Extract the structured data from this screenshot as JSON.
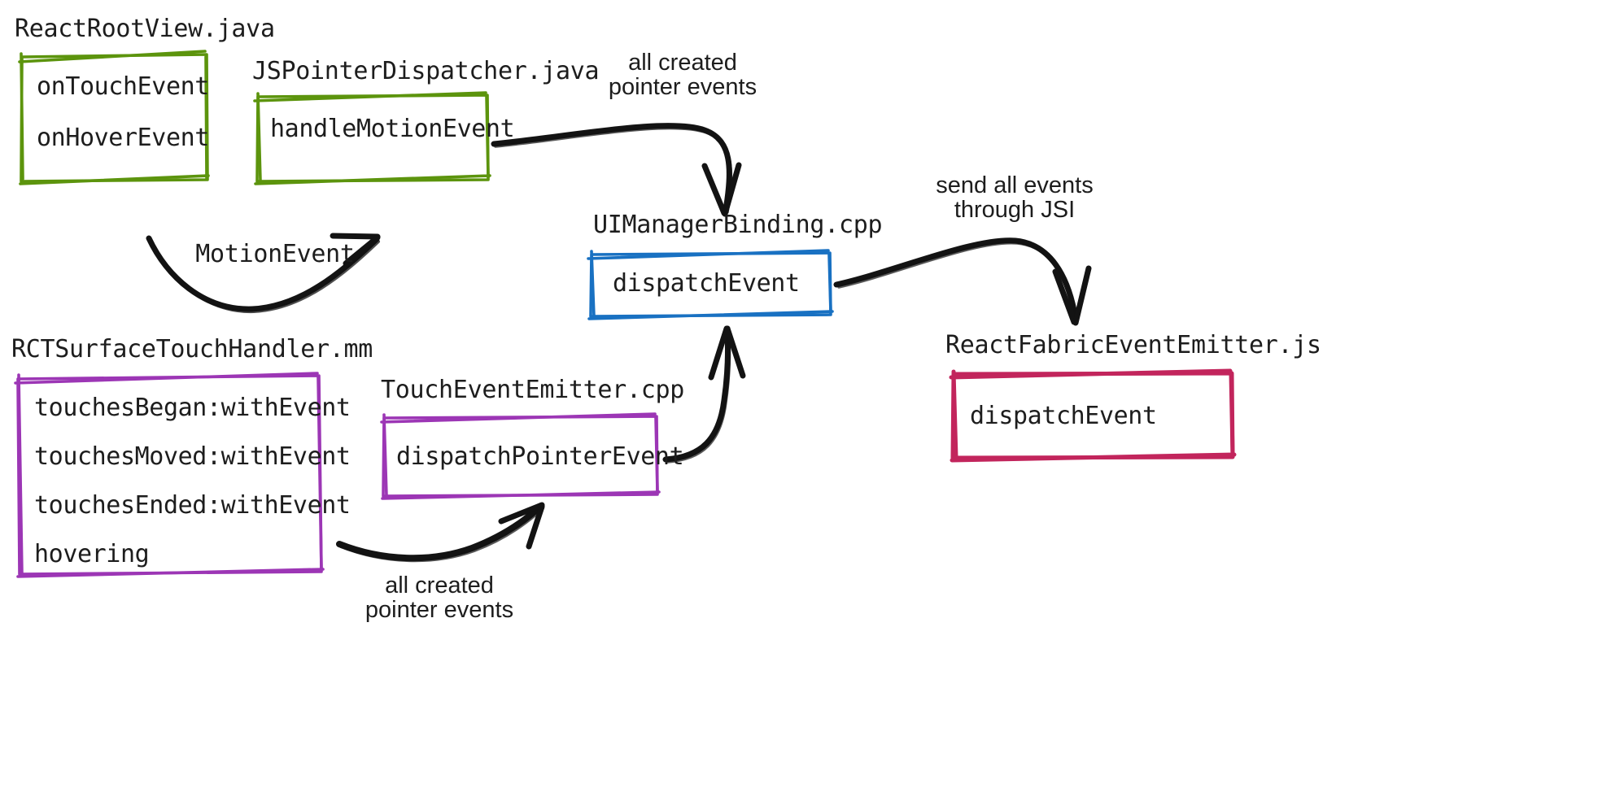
{
  "diagram": {
    "title": "React Native pointer/touch event flow",
    "background": "#ffffff",
    "colors": {
      "green": "#5c940d",
      "blue": "#1971c2",
      "purple": "#9c36b5",
      "crimson": "#c2255c",
      "ink": "#1d1d1d"
    }
  },
  "nodes": [
    {
      "id": "react-root-view",
      "file_label": "ReactRootView.java",
      "color": "#5c940d",
      "methods": [
        "onTouchEvent",
        "onHoverEvent"
      ]
    },
    {
      "id": "js-pointer-dispatcher",
      "file_label": "JSPointerDispatcher.java",
      "color": "#5c940d",
      "methods": [
        "handleMotionEvent"
      ]
    },
    {
      "id": "ui-manager-binding",
      "file_label": "UIManagerBinding.cpp",
      "color": "#1971c2",
      "methods": [
        "dispatchEvent"
      ]
    },
    {
      "id": "react-fabric-event-emitter",
      "file_label": "ReactFabricEventEmitter.js",
      "color": "#c2255c",
      "methods": [
        "dispatchEvent"
      ]
    },
    {
      "id": "rct-surface-touch-handler",
      "file_label": "RCTSurfaceTouchHandler.mm",
      "color": "#9c36b5",
      "methods": [
        "touchesBegan:withEvent",
        "touchesMoved:withEvent",
        "touchesEnded:withEvent",
        "hovering"
      ]
    },
    {
      "id": "touch-event-emitter",
      "file_label": "TouchEventEmitter.cpp",
      "color": "#9c36b5",
      "methods": [
        "dispatchPointerEvent"
      ]
    }
  ],
  "edges": [
    {
      "id": "motion-event",
      "from": "react-root-view",
      "to": "js-pointer-dispatcher",
      "label": "MotionEvent",
      "label_font": "mono"
    },
    {
      "id": "android-pointer-events",
      "from": "js-pointer-dispatcher",
      "to": "ui-manager-binding",
      "label": "all created\npointer events",
      "label_font": "sans"
    },
    {
      "id": "jsi-events",
      "from": "ui-manager-binding",
      "to": "react-fabric-event-emitter",
      "label": "send all events\nthrough JSI",
      "label_font": "sans"
    },
    {
      "id": "ios-pointer-events",
      "from": "rct-surface-touch-handler",
      "to": "touch-event-emitter",
      "label": "all created\npointer events",
      "label_font": "sans"
    },
    {
      "id": "emitter-to-binding",
      "from": "touch-event-emitter",
      "to": "ui-manager-binding",
      "label": "",
      "label_font": "sans"
    }
  ]
}
